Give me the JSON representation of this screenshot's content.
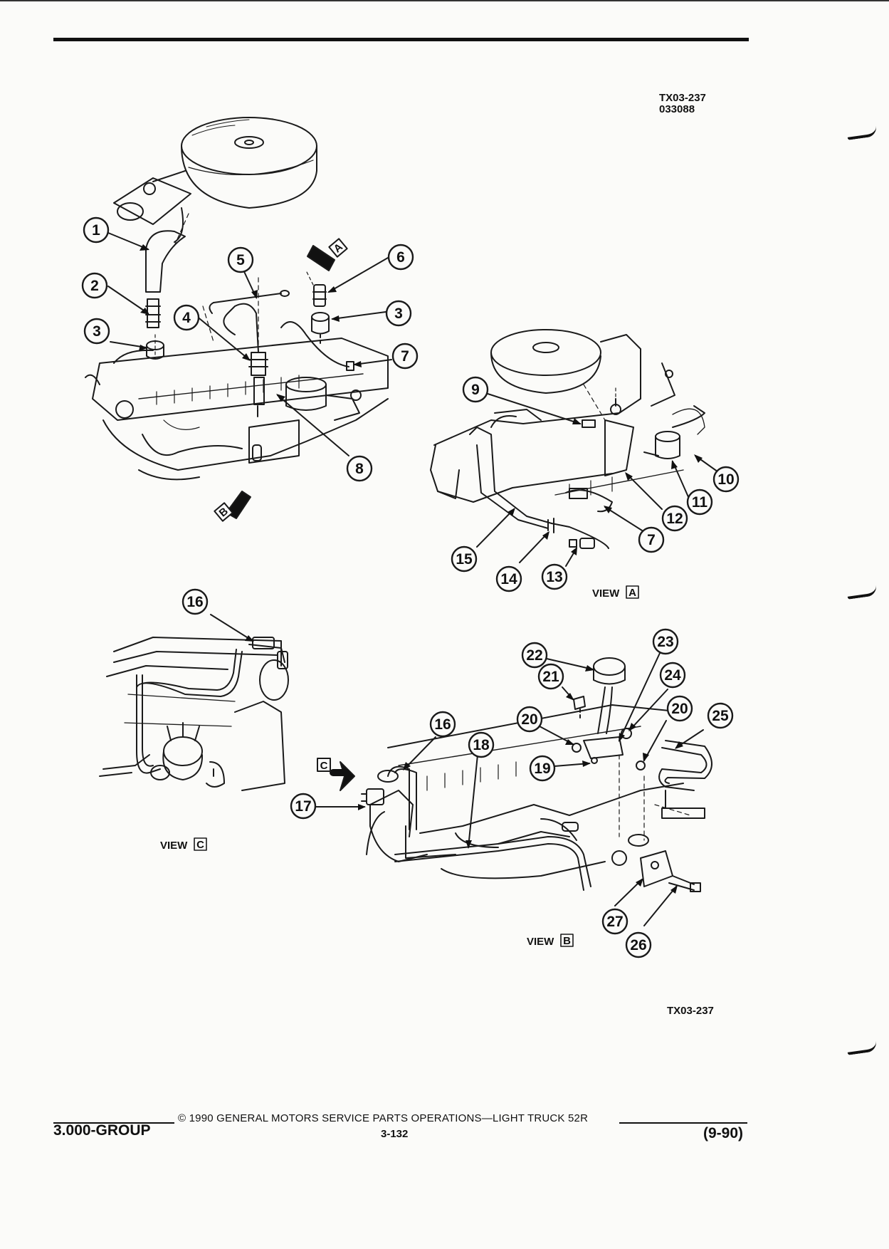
{
  "header": {
    "code_top_line1": "TX03-237",
    "code_top_line2": "033088",
    "code_bottom": "TX03-237"
  },
  "callouts": [
    "1",
    "2",
    "3",
    "4",
    "5",
    "6",
    "3",
    "7",
    "8",
    "9",
    "10",
    "11",
    "12",
    "7",
    "13",
    "14",
    "15",
    "16",
    "16",
    "17",
    "18",
    "19",
    "20",
    "20",
    "21",
    "22",
    "23",
    "24",
    "25",
    "26",
    "27"
  ],
  "views": {
    "a": {
      "text": "VIEW",
      "letter": "A"
    },
    "b": {
      "text": "VIEW",
      "letter": "B"
    },
    "c": {
      "text": "VIEW",
      "letter": "C"
    }
  },
  "arrows": {
    "a": "A",
    "b": "B",
    "c": "C"
  },
  "footer": {
    "group": "3.000-GROUP",
    "copyright": "© 1990 GENERAL MOTORS SERVICE PARTS OPERATIONS—LIGHT TRUCK 52R",
    "page": "3-132",
    "date": "(9-90)"
  }
}
